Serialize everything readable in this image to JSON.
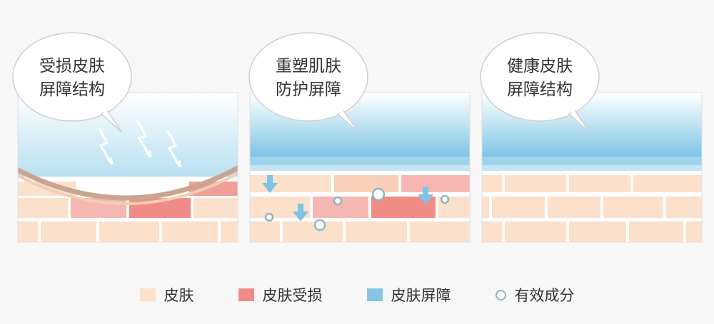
{
  "panels": [
    {
      "line1": "受损皮肤",
      "line2": "屏障结构"
    },
    {
      "line1": "重塑肌肤",
      "line2": "防护屏障"
    },
    {
      "line1": "健康皮肤",
      "line2": "屏障结构"
    }
  ],
  "legend": [
    {
      "label": "皮肤",
      "color": "#fbe0cc"
    },
    {
      "label": "皮肤受损",
      "color": "#ef8c86"
    },
    {
      "label": "皮肤屏障",
      "color": "#86c6e4"
    },
    {
      "label": "有效成分",
      "color": "#8fb7c2"
    }
  ]
}
